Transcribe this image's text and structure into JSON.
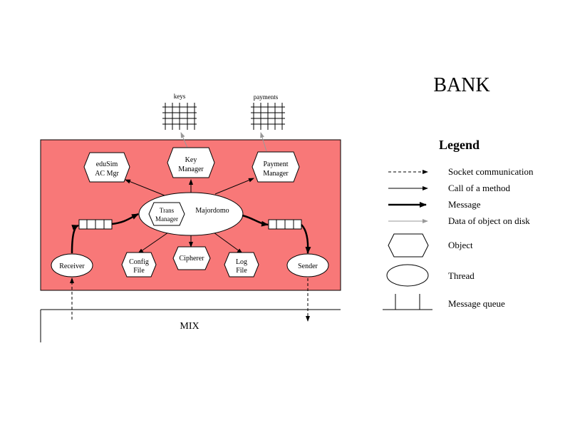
{
  "title": "BANK",
  "mix_label": "MIX",
  "tables": {
    "keys": "keys",
    "payments": "payments"
  },
  "objects": {
    "acl_line1": "eduSim",
    "acl_line2": "AC Mgr",
    "key_line1": "Key",
    "key_line2": "Manager",
    "payment_line1": "Payment",
    "payment_line2": "Manager",
    "trans_line1": "Trans",
    "trans_line2": "Manager",
    "config_line1": "Config",
    "config_line2": "File",
    "cipherer": "Cipherer",
    "log_line1": "Log",
    "log_line2": "File"
  },
  "threads": {
    "majordomo": "Majordomo",
    "receiver": "Receiver",
    "sender": "Sender"
  },
  "legend": {
    "title": "Legend",
    "socket": "Socket communication",
    "call": "Call of a method",
    "message": "Message",
    "data": "Data of object on disk",
    "object": "Object",
    "thread": "Thread",
    "queue": "Message queue"
  },
  "colors": {
    "bank_fill": "#f87878",
    "disk_arrow": "#999999"
  }
}
